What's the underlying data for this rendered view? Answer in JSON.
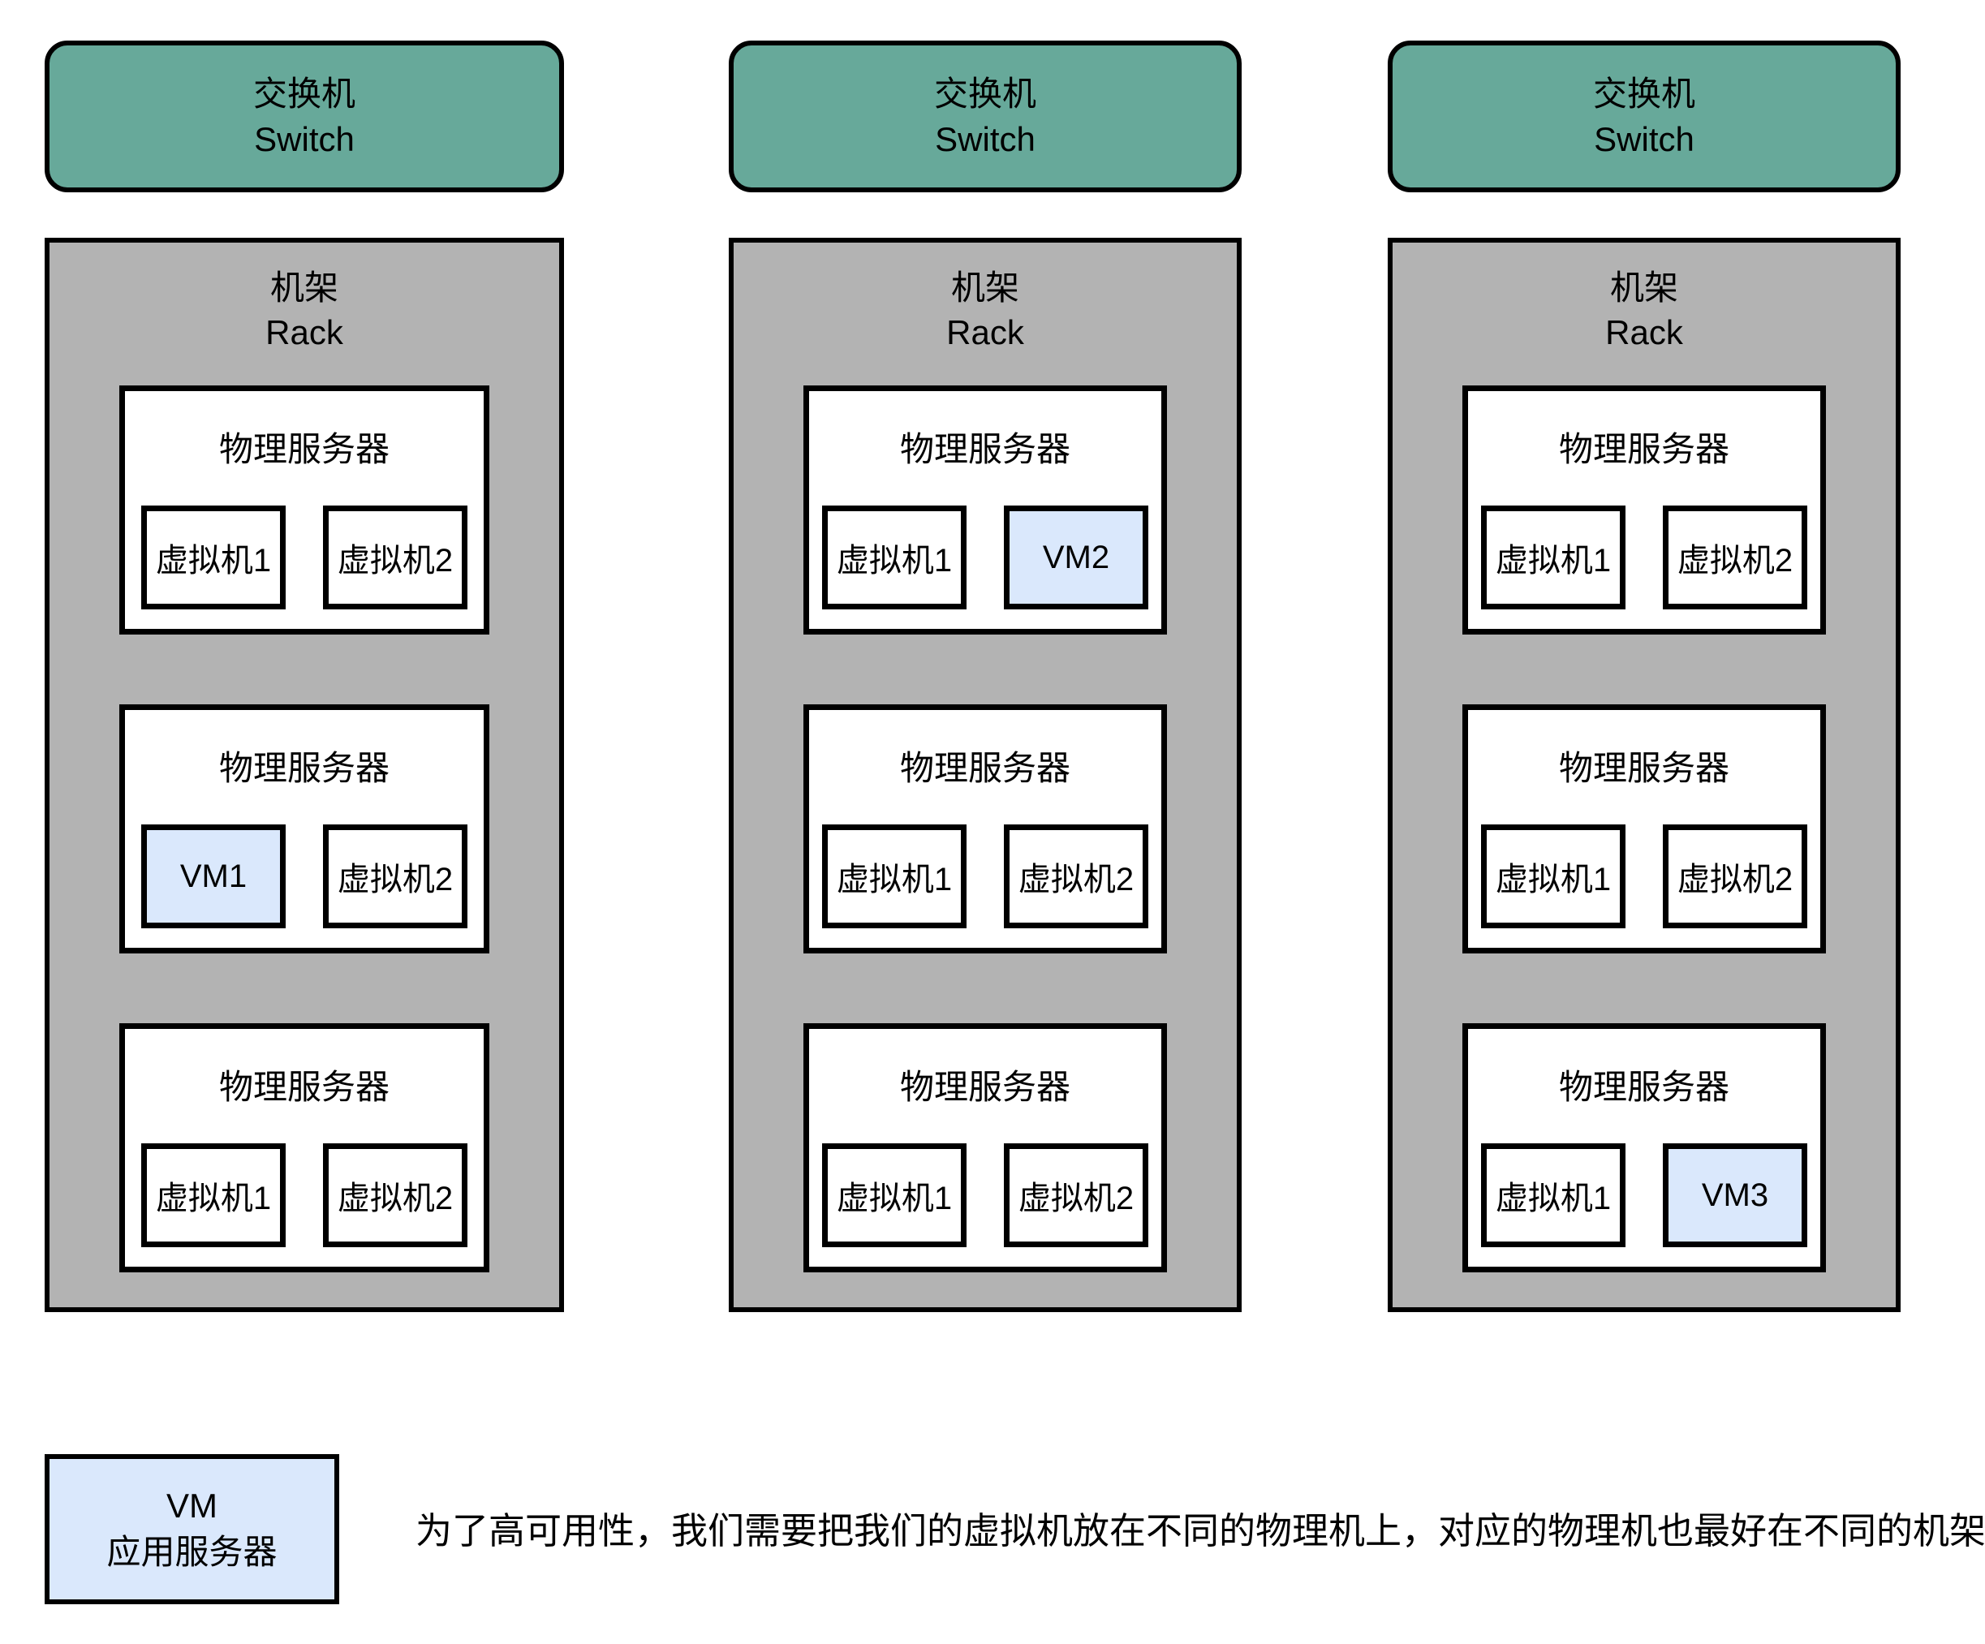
{
  "colors": {
    "switch_fill": "#67a99a",
    "rack_fill": "#b3b3b3",
    "server_fill": "#ffffff",
    "vm_fill": "#ffffff",
    "vm_highlight_fill": "#dae8fc",
    "border_color": "#000000"
  },
  "columns": [
    {
      "switch": {
        "label_zh": "交换机",
        "label_en": "Switch"
      },
      "rack": {
        "label_zh": "机架",
        "label_en": "Rack",
        "servers": [
          {
            "label": "物理服务器",
            "vms": [
              {
                "label": "虚拟机1",
                "highlight": false
              },
              {
                "label": "虚拟机2",
                "highlight": false
              }
            ]
          },
          {
            "label": "物理服务器",
            "vms": [
              {
                "label": "VM1",
                "highlight": true
              },
              {
                "label": "虚拟机2",
                "highlight": false
              }
            ]
          },
          {
            "label": "物理服务器",
            "vms": [
              {
                "label": "虚拟机1",
                "highlight": false
              },
              {
                "label": "虚拟机2",
                "highlight": false
              }
            ]
          }
        ]
      }
    },
    {
      "switch": {
        "label_zh": "交换机",
        "label_en": "Switch"
      },
      "rack": {
        "label_zh": "机架",
        "label_en": "Rack",
        "servers": [
          {
            "label": "物理服务器",
            "vms": [
              {
                "label": "虚拟机1",
                "highlight": false
              },
              {
                "label": "VM2",
                "highlight": true
              }
            ]
          },
          {
            "label": "物理服务器",
            "vms": [
              {
                "label": "虚拟机1",
                "highlight": false
              },
              {
                "label": "虚拟机2",
                "highlight": false
              }
            ]
          },
          {
            "label": "物理服务器",
            "vms": [
              {
                "label": "虚拟机1",
                "highlight": false
              },
              {
                "label": "虚拟机2",
                "highlight": false
              }
            ]
          }
        ]
      }
    },
    {
      "switch": {
        "label_zh": "交换机",
        "label_en": "Switch"
      },
      "rack": {
        "label_zh": "机架",
        "label_en": "Rack",
        "servers": [
          {
            "label": "物理服务器",
            "vms": [
              {
                "label": "虚拟机1",
                "highlight": false
              },
              {
                "label": "虚拟机2",
                "highlight": false
              }
            ]
          },
          {
            "label": "物理服务器",
            "vms": [
              {
                "label": "虚拟机1",
                "highlight": false
              },
              {
                "label": "虚拟机2",
                "highlight": false
              }
            ]
          },
          {
            "label": "物理服务器",
            "vms": [
              {
                "label": "虚拟机1",
                "highlight": false
              },
              {
                "label": "VM3",
                "highlight": true
              }
            ]
          }
        ]
      }
    }
  ],
  "legend": {
    "line1": "VM",
    "line2": "应用服务器"
  },
  "caption": "为了高可用性，我们需要把我们的虚拟机放在不同的物理机上，对应的物理机也最好在不同的机架上"
}
